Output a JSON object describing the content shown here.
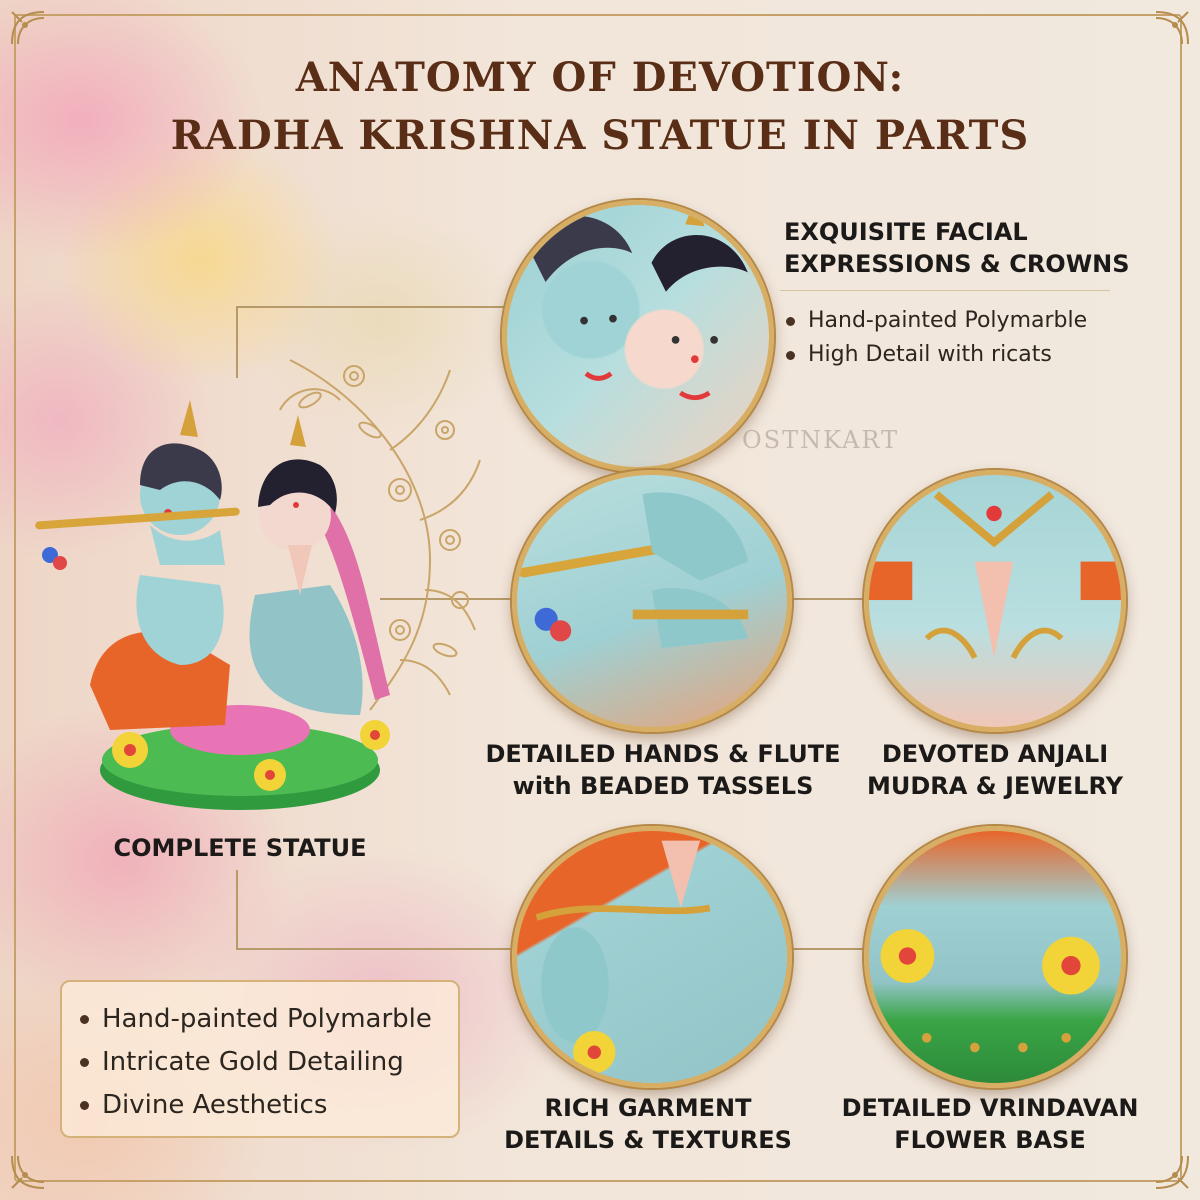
{
  "title": {
    "line1": "ANATOMY OF DEVOTION:",
    "line2": "RADHA KRISHNA STATUE IN PARTS"
  },
  "watermark": "OSTNKART",
  "complete_statue": {
    "label": "COMPLETE STATUE",
    "features": [
      "Hand-painted Polymarble",
      "Intricate Gold Detailing",
      "Divine Aesthetics"
    ]
  },
  "facial_panel": {
    "heading_line1": "EXQUISITE FACIAL",
    "heading_line2": "EXPRESSIONS & CROWNS",
    "bullets": [
      "Hand-painted Polymarble",
      "High Detail with ricats"
    ]
  },
  "hands_panel": {
    "label_line1": "DETAILED HANDS & FLUTE",
    "label_line2": "with BEADED TASSELS"
  },
  "mudra_panel": {
    "label_line1": "DEVOTED ANJALI",
    "label_line2": "MUDRA & JEWELRY"
  },
  "garment_panel": {
    "label_line1": "RICH GARMENT",
    "label_line2": "DETAILS & TEXTURES"
  },
  "base_panel": {
    "label_line1": "DETAILED VRINDAVAN",
    "label_line2": "FLOWER BASE"
  },
  "colors": {
    "title": "#5a2e16",
    "gold_frame": "#d7ae63",
    "connector": "#b79a6a",
    "statue_skin": "#9fd3d6",
    "krishna_dhoti": "#e8652a",
    "radha_scarf": "#e070a8",
    "grass_base": "#3aa546"
  },
  "icons": [
    "ornate-corner-icon",
    "floral-vine-icon",
    "bullet-dot-icon"
  ]
}
